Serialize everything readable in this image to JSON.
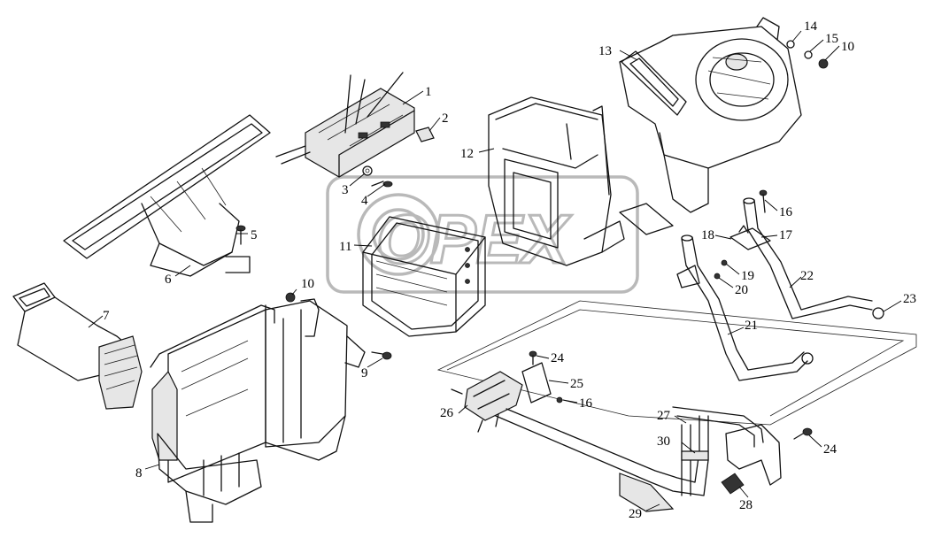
{
  "diagram": {
    "watermark": "OPEX",
    "callouts": [
      {
        "id": "c1",
        "label": "1"
      },
      {
        "id": "c2",
        "label": "2"
      },
      {
        "id": "c3",
        "label": "3"
      },
      {
        "id": "c4",
        "label": "4"
      },
      {
        "id": "c5",
        "label": "5"
      },
      {
        "id": "c6",
        "label": "6"
      },
      {
        "id": "c7",
        "label": "7"
      },
      {
        "id": "c8",
        "label": "8"
      },
      {
        "id": "c9",
        "label": "9"
      },
      {
        "id": "c10a",
        "label": "10"
      },
      {
        "id": "c10b",
        "label": "10"
      },
      {
        "id": "c11",
        "label": "11"
      },
      {
        "id": "c12",
        "label": "12"
      },
      {
        "id": "c13",
        "label": "13"
      },
      {
        "id": "c14",
        "label": "14"
      },
      {
        "id": "c15",
        "label": "15"
      },
      {
        "id": "c16a",
        "label": "16"
      },
      {
        "id": "c16b",
        "label": "16"
      },
      {
        "id": "c17",
        "label": "17"
      },
      {
        "id": "c18",
        "label": "18"
      },
      {
        "id": "c19",
        "label": "19"
      },
      {
        "id": "c20",
        "label": "20"
      },
      {
        "id": "c21",
        "label": "21"
      },
      {
        "id": "c22",
        "label": "22"
      },
      {
        "id": "c23",
        "label": "23"
      },
      {
        "id": "c24a",
        "label": "24"
      },
      {
        "id": "c24b",
        "label": "24"
      },
      {
        "id": "c25",
        "label": "25"
      },
      {
        "id": "c26",
        "label": "26"
      },
      {
        "id": "c27",
        "label": "27"
      },
      {
        "id": "c28",
        "label": "28"
      },
      {
        "id": "c29",
        "label": "29"
      },
      {
        "id": "c30",
        "label": "30"
      }
    ]
  }
}
